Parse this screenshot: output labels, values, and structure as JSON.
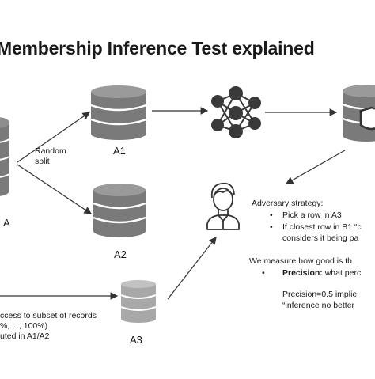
{
  "title": "Membership Inference Test explained",
  "source_label": "A",
  "split_label_1": "Random",
  "split_label_2": "split",
  "a1_label": "A1",
  "a2_label": "A2",
  "a3_label": "A3",
  "adversary": {
    "heading": "Adversary strategy:",
    "bullets": [
      "Pick a row in A3",
      "If closest row in B1 “c",
      "considers it being pa"
    ]
  },
  "measure": {
    "heading": "We measure how good is th",
    "precision_label": "Precision:",
    "precision_text": " what perc",
    "line1": "Precision=0.5 implie",
    "line2": "“inference no better"
  },
  "access": {
    "line1": "ccess to subset of records",
    "line2": "%, ..., 100%)",
    "line3": "uted in A1/A2"
  },
  "colors": {
    "db_body": "#7a7a7a",
    "db_light": "#b5b5b5",
    "db_light_body": "#a8a8a8",
    "nn_node": "#3a3a3a",
    "accent_line": "#333333"
  }
}
